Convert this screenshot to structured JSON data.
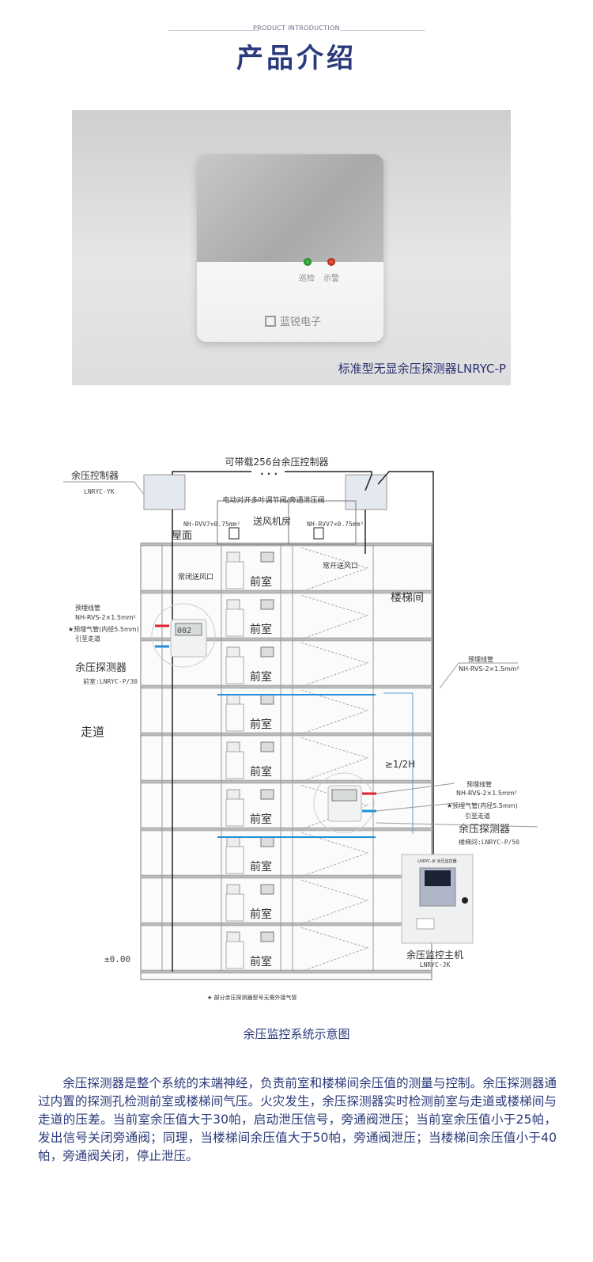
{
  "header": {
    "subtitle": "PRODUCT INTRODUCTION",
    "title": "产品介绍"
  },
  "product": {
    "led_labels": [
      "巡检",
      "示警"
    ],
    "brand": "蓝锐电子",
    "caption": "标准型无显余压探测器LNRYC-P"
  },
  "diagram": {
    "top_label": "可带载256台余压控制器",
    "dots": "· · ·",
    "controller_label": "余压控制器",
    "controller_model": "LNRYC-YK",
    "valve_label": "电动对开多叶调节阀/旁通泄压阀",
    "cable_left": "NH-RVV7×0.75mm²",
    "cable_right": "NH-RVV7×0.75mm²",
    "fan_room": "送风机房",
    "roof": "屋面",
    "closed_vent": "常闭送风口",
    "open_vent": "常开送风口",
    "front_room": "前室",
    "stairwell": "楼梯间",
    "corridor": "走道",
    "ground_level": "±0.00",
    "height_rule": "≥1/2H",
    "left_sensor": {
      "conduit_label": "预埋线管",
      "conduit_spec": "NH-RVS-2×1.5mm²",
      "air_pipe": "★预埋气管(内径5.5mm)",
      "air_pipe_to": "引至走道",
      "name": "余压探测器",
      "model": "前室:LNRYC-P/30"
    },
    "right_conduit_label": "预埋线管",
    "right_conduit_spec": "NH-RVS-2×1.5mm²",
    "right_sensor": {
      "conduit_label": "预埋线管",
      "conduit_spec": "NH-RVS-2×1.5mm²",
      "air_pipe": "★预埋气管(内径5.5mm)",
      "air_pipe_to": "引至走道",
      "name": "余压探测器",
      "model": "楼梯间:LNRYC-P/50"
    },
    "sensor_display": "002",
    "host_name": "余压监控主机",
    "host_model": "LNRYC-JK",
    "host_panel_title": "LNRYC-JK 余压监控器",
    "footnote": "★ 部分余压探测器型号无需外接气管"
  },
  "caption": "余压监控系统示意图",
  "description": "余压探测器是整个系统的末端神经，负责前室和楼梯间余压值的测量与控制。余压探测器通过内置的探测孔检测前室或楼梯间气压。火灾发生，余压探测器实时检测前室与走道或楼梯间与走道的压差。当前室余压值大于30帕，启动泄压信号，旁通阀泄压；当前室余压值小于25帕，发出信号关闭旁通阀；同理，当楼梯间余压值大于50帕，旁通阀泄压；当楼梯间余压值小于40帕，旁通阀关闭，停止泄压。",
  "colors": {
    "brand": "#2b3a7a",
    "pipe_red": "#e0202a",
    "pipe_blue": "#1e8fd8"
  }
}
